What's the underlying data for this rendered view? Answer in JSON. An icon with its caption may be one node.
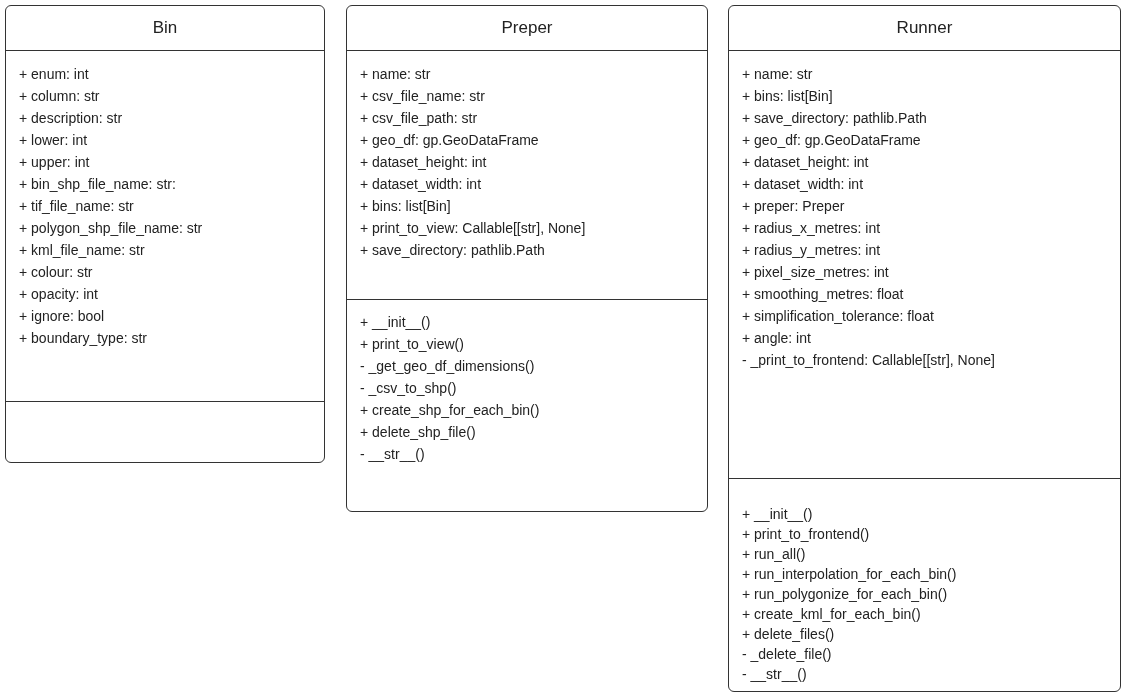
{
  "diagram": {
    "nodes": [
      {
        "text": [
          "Bin"
        ]
      },
      {
        "text": [
          "+ enum: int",
          "+ column: str",
          "+ description: str",
          "+ lower: int",
          "+ upper: int",
          "+ bin_shp_file_name: str:",
          "+ tif_file_name: str",
          "+ polygon_shp_file_name: str",
          "+ kml_file_name: str",
          "+ colour: str",
          "+ opacity: int",
          "+ ignore: bool",
          "+ boundary_type: str"
        ],
        "in": 0
      },
      {
        "text": [],
        "shape": "box",
        "in": 0
      },
      {
        "text": [
          "Preper"
        ]
      },
      {
        "text": [
          "+ name: str",
          "+ csv_file_name: str",
          "+ csv_file_path: str",
          "+ geo_df: gp.GeoDataFrame",
          "+ dataset_height: int",
          "+ dataset_width: int",
          "+ bins: list[Bin]",
          "+ print_to_view: Callable[[str], None]",
          "+ save_directory: pathlib.Path"
        ],
        "in": 3
      },
      {
        "text": [
          "+ __init__()",
          "+ print_to_view()",
          "- _get_geo_df_dimensions()",
          "- _csv_to_shp()",
          "+ create_shp_for_each_bin()",
          "+ delete_shp_file()",
          "- __str__()"
        ],
        "in": 3
      },
      {
        "text": [
          "Runner"
        ]
      },
      {
        "text": [
          "+ name: str",
          "+ bins: list[Bin]",
          "+ save_directory: pathlib.Path",
          "+ geo_df: gp.GeoDataFrame",
          "+ dataset_height: int",
          "+ dataset_width: int",
          "+ preper: Preper",
          "+ radius_x_metres: int",
          "+ radius_y_metres: int",
          "+ pixel_size_metres: int",
          "+ smoothing_metres: float",
          "+ simplification_tolerance: float",
          "+ angle: int",
          "- _print_to_frontend: Callable[[str], None]"
        ],
        "in": 6
      },
      {
        "text": [
          "+ __init__()",
          "+ print_to_frontend()",
          "+ run_all()",
          "+ run_interpolation_for_each_bin()",
          "+ run_polygonize_for_each_bin()",
          "+ create_kml_for_each_bin()",
          "+ delete_files()",
          "- _delete_file()",
          "- __str__()"
        ],
        "in": 6
      }
    ]
  }
}
